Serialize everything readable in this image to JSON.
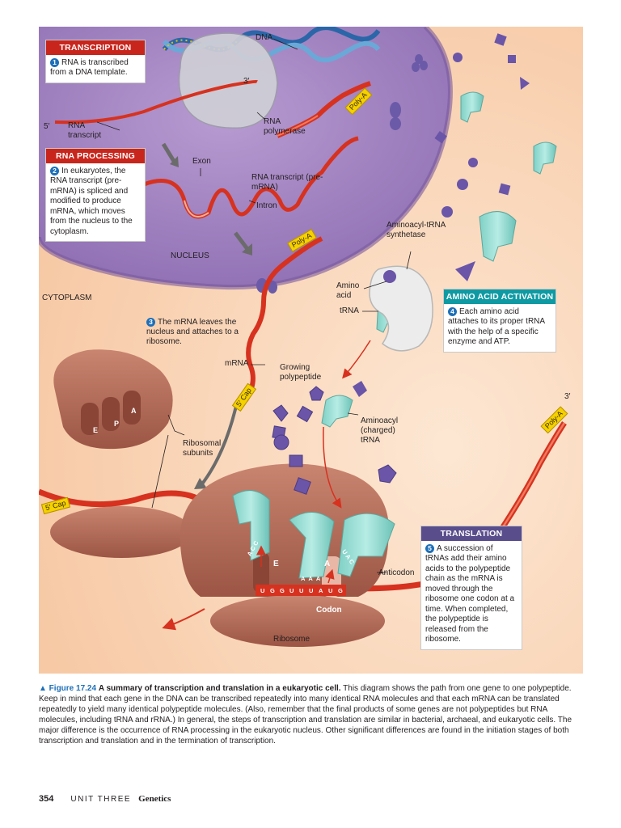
{
  "figure": {
    "colors": {
      "cytoplasm": "#fbd9bd",
      "nucleus": "#a98ac4",
      "rna_red": "#d6321f",
      "trna": "#8ad7ce",
      "ribosome": "#b76a55",
      "amino_acid": "#6a55a8",
      "transcription_head": "#c8251c",
      "activation_head": "#0f9aa3",
      "translation_head": "#5a4d8c",
      "tag_yellow": "#f5d100"
    },
    "boxes": {
      "transcription": {
        "title": "TRANSCRIPTION",
        "num": "1",
        "text": "RNA is transcribed from a DNA template."
      },
      "processing": {
        "title": "RNA PROCESSING",
        "num": "2",
        "text": "In eukaryotes, the RNA transcript (pre-mRNA) is spliced and modified to produce mRNA, which moves from the nucleus to the cytoplasm."
      },
      "activation": {
        "title": "AMINO ACID ACTIVATION",
        "num": "4",
        "text": "Each amino acid attaches to its proper tRNA with the help of a specific enzyme and ATP."
      },
      "translation": {
        "title": "TRANSLATION",
        "num": "5",
        "text": "A succession of tRNAs add their amino acids to the polypeptide chain as the mRNA is moved through the ribosome one codon at a time. When completed, the polypeptide is released from the ribosome."
      }
    },
    "step3": {
      "num": "3",
      "text": "The mRNA leaves the nucleus and attaches to a ribosome."
    },
    "labels": {
      "dna": "DNA",
      "three_prime_top": "3′",
      "five_prime_left": "5′",
      "rna_transcript": "RNA transcript",
      "rna_polymerase": "RNA polymerase",
      "exon": "Exon",
      "rna_transcript_pre": "RNA transcript (pre-mRNA)",
      "intron": "Intron",
      "nucleus": "NUCLEUS",
      "cytoplasm": "CYTOPLASM",
      "aminoacyl_trna_synthetase": "Aminoacyl-tRNA synthetase",
      "amino_acid": "Amino acid",
      "trna": "tRNA",
      "mrna": "mRNA",
      "growing_polypeptide": "Growing polypeptide",
      "aminoacyl_charged_trna": "Aminoacyl (charged) tRNA",
      "ribosomal_subunits": "Ribosomal subunits",
      "three_prime_right": "3′",
      "anticodon": "Anticodon",
      "codon": "Codon",
      "ribosome": "Ribosome",
      "site_e": "E",
      "site_p": "P",
      "site_a": "A",
      "site_e2": "E",
      "site_a2": "A"
    },
    "tags": {
      "poly_a_1": "Poly-A",
      "poly_a_2": "Poly-A",
      "poly_a_3": "Poly-A",
      "cap_1": "5′ Cap",
      "cap_2": "5′ Cap"
    },
    "anticodons": {
      "left": "ACC",
      "middle": "AAA",
      "right": "UAC"
    },
    "codons": [
      "U",
      "G",
      "G",
      "U",
      "U",
      "U",
      "A",
      "U",
      "G"
    ]
  },
  "caption": {
    "figure_label": "▲ Figure 17.24",
    "title": "A summary of transcription and translation in a eukaryotic cell.",
    "text": "This diagram shows the path from one gene to one polypeptide. Keep in mind that each gene in the DNA can be transcribed repeatedly into many identical RNA molecules and that each mRNA can be translated repeatedly to yield many identical polypeptide molecules. (Also, remember that the final products of some genes are not polypeptides but RNA molecules, including tRNA and rRNA.) In general, the steps of transcription and translation are similar in bacterial, archaeal, and eukaryotic cells. The major difference is the occurrence of RNA processing in the eukaryotic nucleus. Other significant differences are found in the initiation stages of both transcription and translation and in the termination of transcription."
  },
  "footer": {
    "page": "354",
    "unit": "UNIT THREE",
    "section": "Genetics"
  }
}
